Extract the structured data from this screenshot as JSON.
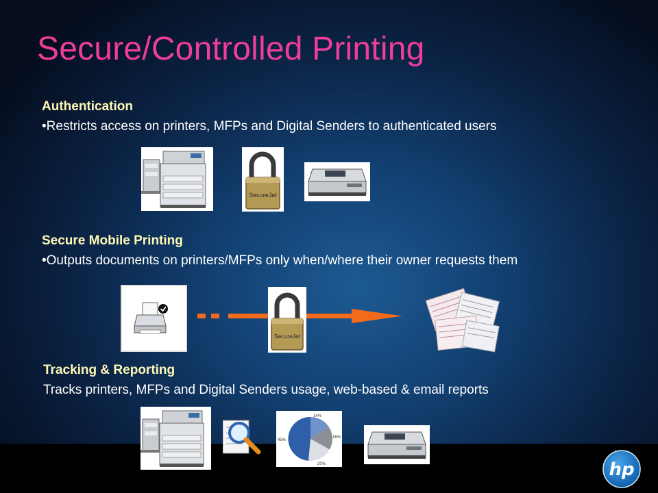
{
  "slide": {
    "title": "Secure/Controlled Printing",
    "sections": [
      {
        "heading": "Authentication",
        "text": "•Restricts access on printers, MFPs and Digital Senders to authenticated users"
      },
      {
        "heading": "Secure Mobile Printing",
        "text": "•Outputs documents on printers/MFPs only when/where their owner requests them"
      },
      {
        "heading": "Tracking & Reporting",
        "text": "Tracks printers, MFPs and Digital Senders usage, web-based & email reports"
      }
    ],
    "lock_label": "SecureJet",
    "pie_labels": [
      "14%",
      "16%",
      "20%",
      "45%"
    ],
    "logo_text": "hp"
  },
  "colors": {
    "title": "#ef3d9a",
    "heading": "#fff9b6",
    "arrow": "#f26a1b"
  }
}
